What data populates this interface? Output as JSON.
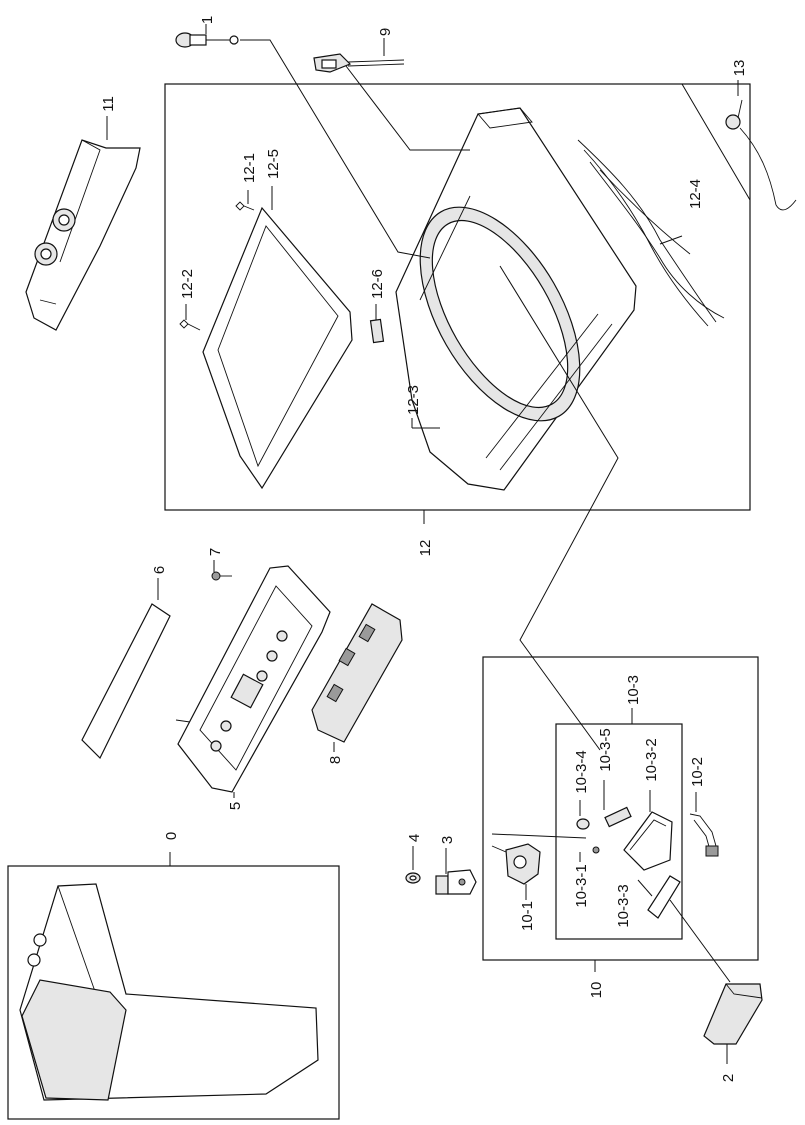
{
  "labels": {
    "l0": "0",
    "l1": "1",
    "l2": "2",
    "l3": "3",
    "l4": "4",
    "l5": "5",
    "l6": "6",
    "l7": "7",
    "l8": "8",
    "l9": "9",
    "l10": "10",
    "l10_1": "10-1",
    "l10_2": "10-2",
    "l10_3": "10-3",
    "l10_3_1": "10-3-1",
    "l10_3_2": "10-3-2",
    "l10_3_3": "10-3-3",
    "l10_3_4": "10-3-4",
    "l10_3_5": "10-3-5",
    "l11": "11",
    "l12": "12",
    "l12_1": "12-1",
    "l12_2": "12-2",
    "l12_3": "12-3",
    "l12_4": "12-4",
    "l12_5": "12-5",
    "l12_6": "12-6",
    "l13": "13"
  }
}
